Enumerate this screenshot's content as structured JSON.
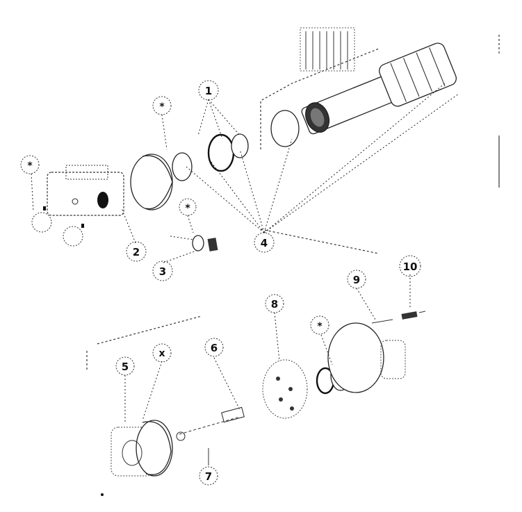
{
  "callouts": {
    "c1": "1",
    "c2": "2",
    "c3": "3",
    "c4": "4",
    "c5": "5",
    "c6": "6",
    "c7": "7",
    "c8": "8",
    "c9": "9",
    "c10": "10",
    "star": "*",
    "star_x": "x"
  }
}
